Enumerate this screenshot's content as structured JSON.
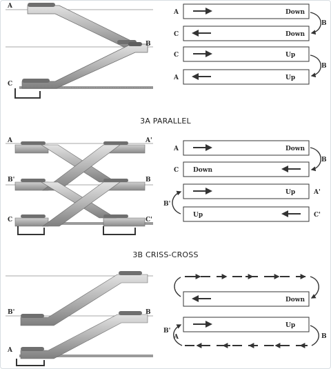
{
  "captions": {
    "parallel": "3A PARALLEL",
    "crisscross": "3B CRISS-CROSS"
  },
  "parallel": {
    "rows": [
      {
        "left": "A",
        "text": "Down"
      },
      {
        "left": "C",
        "text": "Down"
      },
      {
        "left": "C",
        "text": "Up"
      },
      {
        "left": "A",
        "text": "Up"
      }
    ],
    "links": [
      "B",
      "B"
    ],
    "side_labels": [
      "B",
      "C"
    ]
  },
  "crisscross": {
    "rows": [
      {
        "left": "A",
        "text": "Down"
      },
      {
        "left": "C",
        "text": "Down"
      },
      {
        "left": "",
        "text": "Up",
        "right": "A'"
      },
      {
        "left": "",
        "text": "Up",
        "right": "C'"
      }
    ],
    "links": [
      "B",
      "B'"
    ],
    "side_labels": [
      "A",
      "A'",
      "B'",
      "B",
      "C",
      "C'"
    ]
  },
  "continuous": {
    "rows": [
      {
        "text": "Down"
      },
      {
        "text": "Up"
      }
    ],
    "links": [
      "B",
      "B'",
      "A"
    ],
    "side_labels": [
      "B'",
      "B",
      "A"
    ]
  },
  "colors": {
    "escalator": "#b4b4b4",
    "escalator_dark": "#7c7c7c",
    "line": "#333333"
  }
}
